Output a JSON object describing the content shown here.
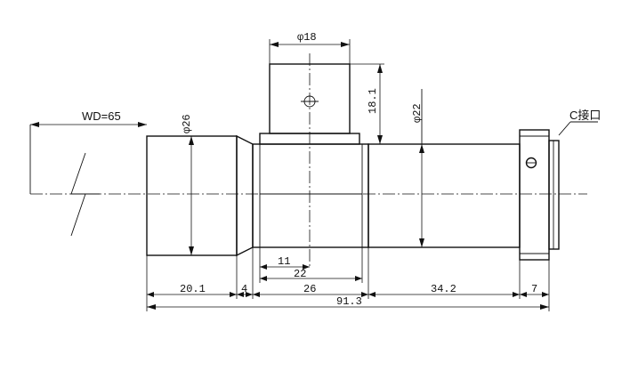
{
  "working_distance": "WD=65",
  "diameters": {
    "front_barrel": "φ26",
    "top_block": "φ18",
    "rear_barrel": "φ22"
  },
  "heights": {
    "top_block": "18.1"
  },
  "mount_label": "C接口",
  "bottom_dimensions": {
    "seg_front": "20.1",
    "seg_taper": "4",
    "seg_mid": "26",
    "seg_rear": "34.2",
    "seg_mount": "7",
    "total": "91.3"
  },
  "inner_dimensions": {
    "short": "11",
    "long": "22"
  }
}
